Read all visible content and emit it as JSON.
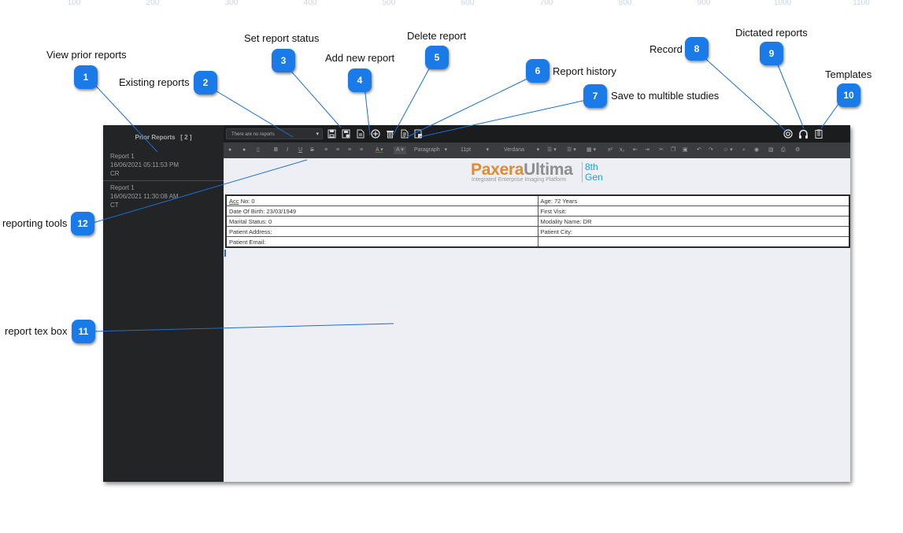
{
  "ruler": [
    "100",
    "200",
    "300",
    "400",
    "500",
    "600",
    "700",
    "800",
    "900",
    "1000",
    "1100"
  ],
  "callouts": [
    {
      "num": "1",
      "label": "View prior reports"
    },
    {
      "num": "2",
      "label": "Existing reports"
    },
    {
      "num": "3",
      "label": "Set report status"
    },
    {
      "num": "4",
      "label": "Add new report"
    },
    {
      "num": "5",
      "label": "Delete report"
    },
    {
      "num": "6",
      "label": "Report history"
    },
    {
      "num": "7",
      "label": "Save to multible studies"
    },
    {
      "num": "8",
      "label": "Record"
    },
    {
      "num": "9",
      "label": "Dictated reports"
    },
    {
      "num": "10",
      "label": "Templates"
    },
    {
      "num": "11",
      "label": "report tex box"
    },
    {
      "num": "12",
      "label": "reporting tools"
    }
  ],
  "sidebar": {
    "title": "Prior Reports",
    "count": "[ 2 ]",
    "reports": [
      {
        "name": "Report 1",
        "date": "16/06/2021 05:11:53 PM",
        "modality": "CR"
      },
      {
        "name": "Report 1",
        "date": "16/06/2021 11:30:08 AM",
        "modality": "CT"
      }
    ]
  },
  "topbar": {
    "report_select": "There are no reports",
    "icons": [
      "status-icon",
      "save-icon",
      "report-icon",
      "add-report-icon",
      "delete-report-icon",
      "history-icon",
      "multi-study-icon",
      "record-icon",
      "headphones-icon",
      "templates-icon"
    ]
  },
  "toolbar": {
    "format": "Paragraph",
    "font_size": "11pt",
    "font_family": "Verdana"
  },
  "logo": {
    "brand_a": "Paxera",
    "brand_b": "Ultima",
    "gen_a": "8th",
    "gen_b": "Gen",
    "tagline": "Integrated Enterprise Imaging Platform"
  },
  "patient_table": [
    [
      "Acc No: 0",
      "Age: 72 Years"
    ],
    [
      "Date Of Birth: 23/03/1949",
      "First Visit:"
    ],
    [
      "Marital Status: 0",
      "Modality Name: DR"
    ],
    [
      "Patient Address:",
      "Patient City:"
    ],
    [
      "Patient Email:",
      ""
    ]
  ],
  "colors": {
    "badge": "#1a7be8",
    "sidebar": "#222426",
    "topbar": "#1b1c1e",
    "editor_bg": "#edeff4",
    "logo_orange": "#e28a2f",
    "logo_blue": "#1fa0d8"
  }
}
